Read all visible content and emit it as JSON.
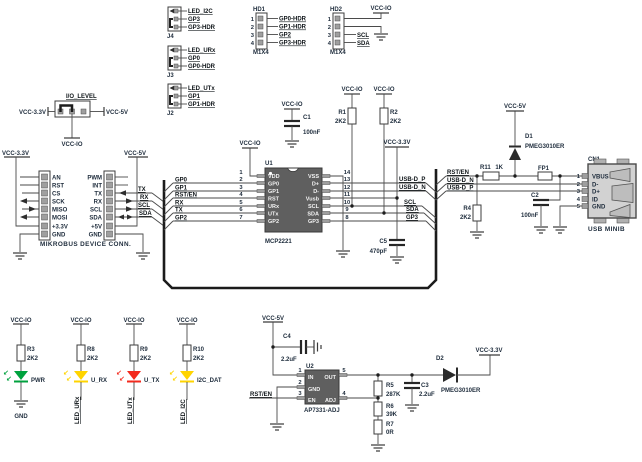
{
  "colors": {
    "wire": "#4a4a4a",
    "bus": "#1b1b1b",
    "ic_body": "#5f5f5f",
    "connector_body": "#d2d2d2",
    "led_green": "#00a23e",
    "led_yellow": "#ffd400",
    "led_red": "#f32a1d",
    "text": "#1e2c3c"
  },
  "glyphs": {
    "led_emission": "↙"
  },
  "jumper_blocks": [
    {
      "ref": "J4",
      "nets": [
        "LED_I2C",
        "GP3",
        "GP3-HDR"
      ]
    },
    {
      "ref": "J3",
      "nets": [
        "LED_URx",
        "GP0",
        "GP0-HDR"
      ]
    },
    {
      "ref": "J2",
      "nets": [
        "LED_UTx",
        "GP1",
        "GP1-HDR"
      ]
    }
  ],
  "io_level": {
    "ref": "I/O_LEVEL",
    "left_rail": "VCC-3.3V",
    "right_rail": "VCC-5V",
    "out_rail": "VCC-IO"
  },
  "hd1": {
    "ref": "HD1",
    "package": "M1X4",
    "pins": [
      "1",
      "2",
      "3",
      "4"
    ],
    "nets": [
      "GP0-HDR",
      "GP1-HDR",
      "GP2",
      "GP3-HDR"
    ]
  },
  "hd2": {
    "ref": "HD2",
    "package": "M1X4",
    "pins": [
      "1",
      "2",
      "3",
      "4"
    ],
    "rail": "VCC-IO",
    "net_scl": "SCL",
    "net_sda": "SDA"
  },
  "mikrobus": {
    "caption": "MIKROBUS DEVICE CONN.",
    "left": [
      "AN",
      "RST",
      "CS",
      "SCK",
      "MISO",
      "MOSI",
      "+3.3V",
      "GND"
    ],
    "right": [
      "PWM",
      "INT",
      "TX",
      "RX",
      "SCL",
      "SDA",
      "+5V",
      "GND"
    ],
    "rail_left": "VCC-3.3V",
    "rail_right": "VCC-5V",
    "taps": [
      "TX",
      "RX",
      "SCL",
      "SDA"
    ]
  },
  "u1": {
    "ref": "U1",
    "part": "MCP2221",
    "pins_left": [
      {
        "n": "1",
        "name": "VDD"
      },
      {
        "n": "2",
        "name": "GP0"
      },
      {
        "n": "3",
        "name": "GP1"
      },
      {
        "n": "4",
        "name": "RST"
      },
      {
        "n": "5",
        "name": "URx"
      },
      {
        "n": "6",
        "name": "UTx"
      },
      {
        "n": "7",
        "name": "GP2"
      }
    ],
    "pins_right": [
      {
        "n": "14",
        "name": "VSS"
      },
      {
        "n": "13",
        "name": "D+"
      },
      {
        "n": "12",
        "name": "D-"
      },
      {
        "n": "11",
        "name": "Vusb"
      },
      {
        "n": "10",
        "name": "SCL"
      },
      {
        "n": "9",
        "name": "SDA"
      },
      {
        "n": "8",
        "name": "GP3"
      }
    ],
    "fan_left": [
      "GP0",
      "GP1",
      "RST/EN",
      "RX",
      "TX",
      "GP2"
    ],
    "vdd_rail": "VCC-IO",
    "vusb_rail": "VCC-3.3V",
    "net_dp": "USB-D_P",
    "net_dn": "USB-D_N",
    "fan_right": [
      "SCL",
      "SDA",
      "GP3"
    ]
  },
  "pullups": {
    "r1": {
      "ref": "R1",
      "value": "2K2",
      "rail": "VCC-IO"
    },
    "r2": {
      "ref": "R2",
      "value": "2K2",
      "rail": "VCC-IO"
    }
  },
  "c1": {
    "ref": "C1",
    "value": "100nF",
    "rail": "VCC-IO"
  },
  "c5": {
    "ref": "C5",
    "value": "470pF"
  },
  "usb": {
    "net_rst": "RST/EN",
    "net_dn": "USB-D_N",
    "net_dp": "USB-D_P",
    "r11_ref": "R11",
    "r11_val": "1K",
    "r4_ref": "R4",
    "r4_val": "2K2",
    "d1_ref": "D1",
    "d1_part": "PMEG3010ER",
    "d1_rail": "VCC-5V",
    "fp1_ref": "FP1",
    "c2_ref": "C2",
    "c2_val": "100nF",
    "cn1_ref": "CN1",
    "cn1_caption": "USB MINIB",
    "cn1_pins": [
      "1",
      "2",
      "3",
      "4",
      "5"
    ],
    "cn1_names": [
      "VBUS",
      "D-",
      "D+",
      "ID",
      "GND"
    ]
  },
  "leds": [
    {
      "res": "R3",
      "val": "2K2",
      "rail": "VCC-IO",
      "name": "PWR",
      "bottom": "GND",
      "color": "#00a23e"
    },
    {
      "res": "R8",
      "val": "2K2",
      "rail": "VCC-IO",
      "name": "U_RX",
      "bottom": "LED_URx",
      "color": "#ffd400"
    },
    {
      "res": "R9",
      "val": "2K2",
      "rail": "VCC-IO",
      "name": "U_TX",
      "bottom": "LED_UTx",
      "color": "#f32a1d"
    },
    {
      "res": "R10",
      "val": "2K2",
      "rail": "VCC-IO",
      "name": "I2C_DAT",
      "bottom": "LED_I2C",
      "color": "#ffd400"
    }
  ],
  "reg": {
    "rail_in": "VCC-5V",
    "rail_out": "VCC-3.3V",
    "en_net": "RST/EN",
    "u2_ref": "U2",
    "u2_part": "AP7331-ADJ",
    "p1": "1",
    "p2": "2",
    "p3": "3",
    "p4": "4",
    "p5": "5",
    "pin_in": "IN",
    "pin_out": "OUT",
    "pin_gnd": "GND",
    "pin_en": "EN",
    "pin_adj": "ADJ",
    "c4_ref": "C4",
    "c4_val": "2.2uF",
    "c3_ref": "C3",
    "c3_val": "2.2uF",
    "r5_ref": "R5",
    "r5_val": "287K",
    "r6_ref": "R6",
    "r6_val": "39K",
    "r7_ref": "R7",
    "r7_val": "0R",
    "d2_ref": "D2",
    "d2_part": "PMEG3010ER"
  },
  "gnd_label": "GND"
}
